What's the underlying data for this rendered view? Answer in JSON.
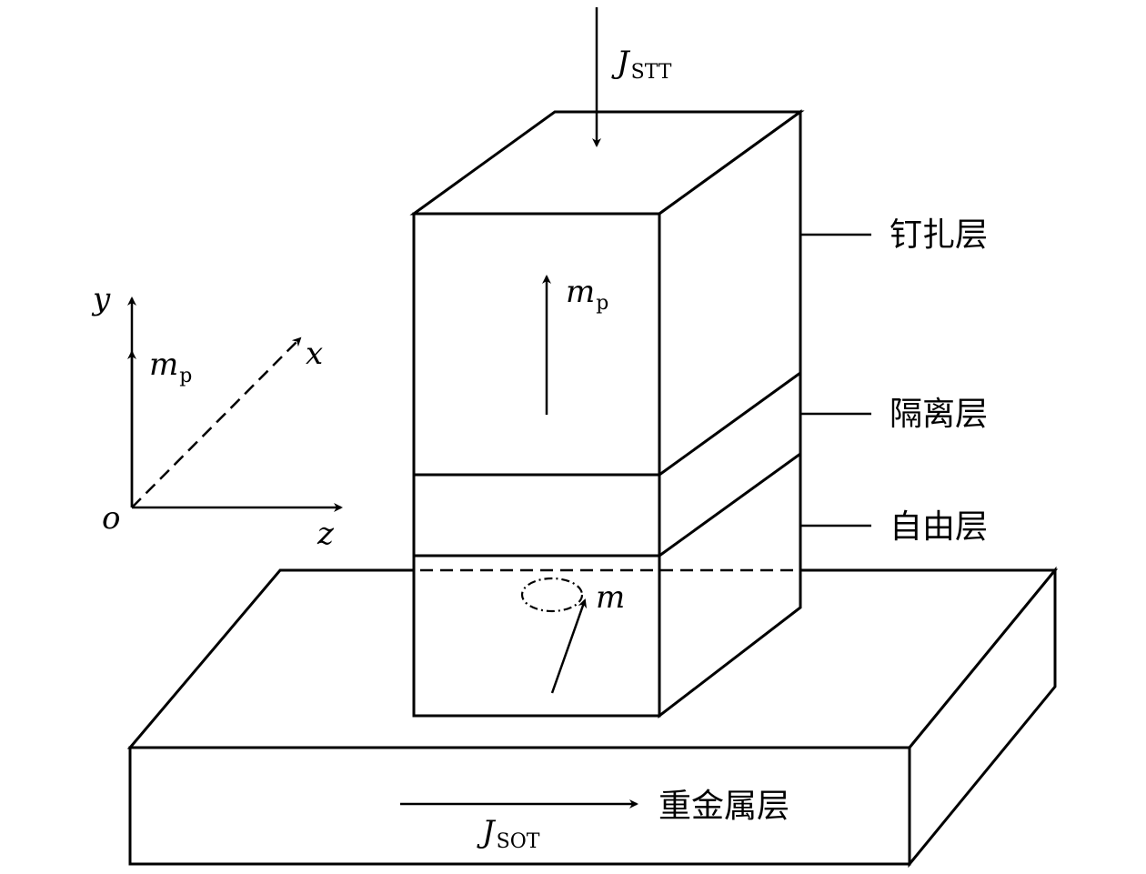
{
  "labels": {
    "j_stt_symbol": "J",
    "j_stt_sub": "STT",
    "j_sot_symbol": "J",
    "j_sot_sub": "SOT",
    "mp_stack_symbol": "m",
    "mp_stack_sub": "p",
    "m_free": "m",
    "pinned_layer": "钉扎层",
    "spacer_layer": "隔离层",
    "free_layer": "自由层",
    "heavy_metal_layer": "重金属层"
  },
  "axes": {
    "y": "y",
    "x": "x",
    "z": "z",
    "origin": "o",
    "mp_symbol": "m",
    "mp_sub": "p"
  }
}
